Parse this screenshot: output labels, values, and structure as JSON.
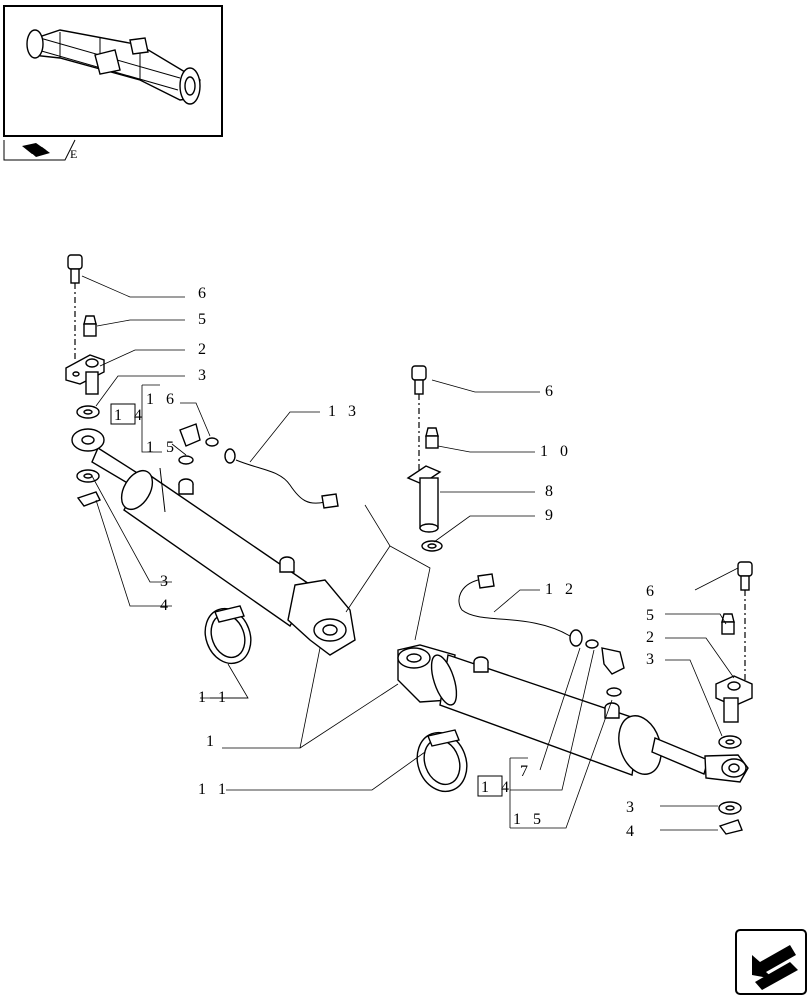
{
  "callouts": [
    {
      "id": "c-6-left",
      "text": "6"
    },
    {
      "id": "c-5-left",
      "text": "5"
    },
    {
      "id": "c-2-left",
      "text": "2"
    },
    {
      "id": "c-3-left-top",
      "text": "3"
    },
    {
      "id": "c-16",
      "text": "1 6"
    },
    {
      "id": "c-14-left",
      "text": "1 4"
    },
    {
      "id": "c-15-left",
      "text": "1 5"
    },
    {
      "id": "c-13",
      "text": "1 3"
    },
    {
      "id": "c-3-left-bottom",
      "text": "3"
    },
    {
      "id": "c-4-left",
      "text": "4"
    },
    {
      "id": "c-11-left",
      "text": "1 1"
    },
    {
      "id": "c-1",
      "text": "1"
    },
    {
      "id": "c-11-bottom",
      "text": "1 1"
    },
    {
      "id": "c-6-mid",
      "text": "6"
    },
    {
      "id": "c-10",
      "text": "1 0"
    },
    {
      "id": "c-8",
      "text": "8"
    },
    {
      "id": "c-9",
      "text": "9"
    },
    {
      "id": "c-12",
      "text": "1 2"
    },
    {
      "id": "c-6-right",
      "text": "6"
    },
    {
      "id": "c-5-right",
      "text": "5"
    },
    {
      "id": "c-2-right",
      "text": "2"
    },
    {
      "id": "c-3-right-top",
      "text": "3"
    },
    {
      "id": "c-7",
      "text": "7"
    },
    {
      "id": "c-14-right",
      "text": "1 4"
    },
    {
      "id": "c-15-right",
      "text": "1 5"
    },
    {
      "id": "c-3-right-bottom",
      "text": "3"
    },
    {
      "id": "c-4-right",
      "text": "4"
    }
  ],
  "icons": {
    "thumbnail": "axle-thumbnail-icon",
    "tab": "book-icon",
    "nav": "next-page-arrow-icon"
  },
  "colors": {
    "line": "#000000",
    "background": "#ffffff"
  }
}
